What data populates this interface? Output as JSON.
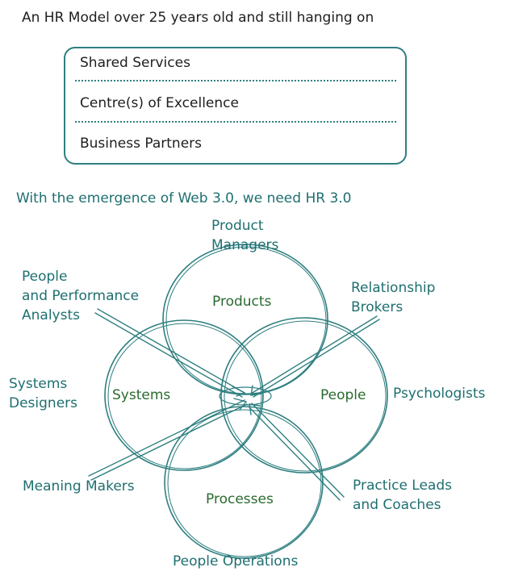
{
  "title": "An HR Model over 25 years old and still hanging on",
  "box": {
    "rows": [
      "Shared Services",
      "Centre(s) of Excellence",
      "Business Partners"
    ]
  },
  "subtitle": "With the emergence of Web 3.0, we need HR 3.0",
  "circles": {
    "products": "Products",
    "systems": "Systems",
    "people": "People",
    "processes": "Processes"
  },
  "roles": {
    "product_managers": [
      "Product",
      "Managers"
    ],
    "people_performance": [
      "People",
      "and Performance",
      "Analysts"
    ],
    "relationship_brokers": [
      "Relationship",
      "Brokers"
    ],
    "systems_designers": [
      "Systems",
      "Designers"
    ],
    "psychologists": "Psychologists",
    "meaning_makers": "Meaning Makers",
    "practice_leads": [
      "Practice Leads",
      "and Coaches"
    ],
    "people_operations": "People Operations"
  },
  "colors": {
    "teal": "#2f7f80",
    "label_teal": "#1f6f70",
    "inner_green": "#2a6b2f",
    "text_dark": "#1e1e1e"
  }
}
